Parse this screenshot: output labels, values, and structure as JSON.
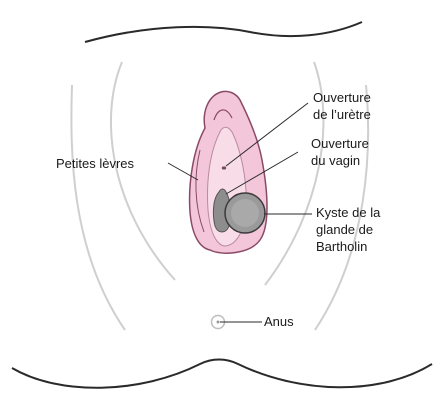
{
  "labels": {
    "urethra": {
      "line1": "Ouverture",
      "line2": "de l’urètre"
    },
    "vagina": {
      "line1": "Ouverture",
      "line2": "du vagin"
    },
    "labia_minora": "Petites lèvres",
    "cyst": {
      "line1": "Kyste de la",
      "line2": "glande de",
      "line3": "Bartholin"
    },
    "anus": "Anus"
  },
  "colors": {
    "outline": "#2a2a2a",
    "skin_folds": "#cfcfcf",
    "labia_fill": "#f3c6da",
    "labia_edge": "#8a4a66",
    "vestibule_fill": "#f8dde9",
    "vaginal_opening": "#8d8d8d",
    "cyst_fill": "#9a9a9a",
    "cyst_edge": "#3a3a3a"
  }
}
